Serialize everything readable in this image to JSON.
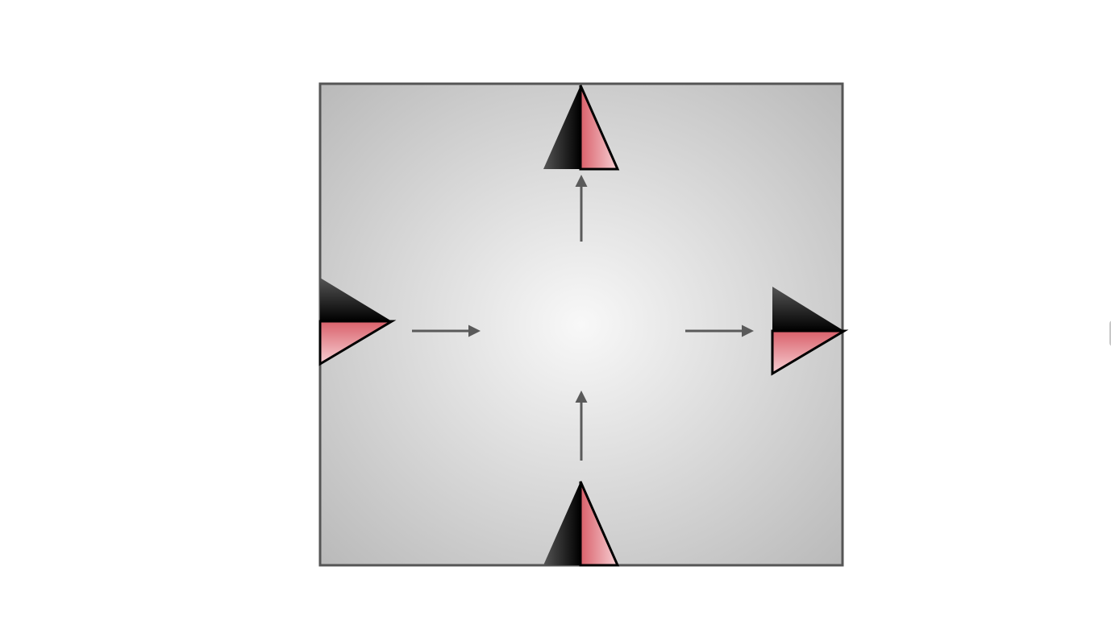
{
  "diagram": {
    "colors": {
      "panel_border": "#555555",
      "panel_center": "#f8f8f8",
      "panel_edge": "#b8b8b8",
      "arrow": "#5a5a5a",
      "marker_dark": "#000000",
      "marker_dark_light": "#555555",
      "marker_pink": "#d9606a",
      "marker_pink_light": "#f7d0d4",
      "outline": "#000000"
    },
    "markers": [
      {
        "name": "top-marker",
        "points": "up"
      },
      {
        "name": "bottom-marker",
        "points": "up"
      },
      {
        "name": "left-marker",
        "points": "right"
      },
      {
        "name": "right-marker",
        "points": "right"
      }
    ],
    "arrows": [
      {
        "name": "arrow-up-upper",
        "direction": "up"
      },
      {
        "name": "arrow-up-lower",
        "direction": "up"
      },
      {
        "name": "arrow-right-left",
        "direction": "right"
      },
      {
        "name": "arrow-right-right",
        "direction": "right"
      }
    ]
  }
}
